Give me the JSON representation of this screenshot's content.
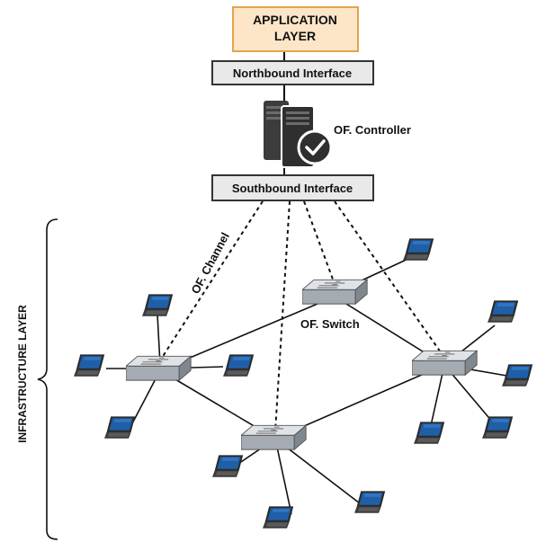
{
  "application_layer": {
    "line1": "APPLICATION",
    "line2": "LAYER"
  },
  "northbound_interface": "Northbound Interface",
  "southbound_interface": "Southbound Interface",
  "controller_label": "OF. Controller",
  "channel_label": "OF. Channel",
  "switch_label": "OF. Switch",
  "infrastructure_layer": "INFRASTRUCTURE LAYER",
  "colors": {
    "app_fill": "#fde6c8",
    "app_border": "#e3a44a",
    "interface_fill": "#e9e9e9",
    "interface_border": "#333333",
    "server": "#3c3c3c",
    "switch_top": "#d5dae0",
    "switch_side": "#8b939c",
    "laptop_screen": "#1f5fa8",
    "laptop_frame": "#2b2b2b",
    "link": "#111111"
  },
  "icons": {
    "controller": "server-with-checkmark-icon",
    "switch": "network-switch-icon",
    "host": "laptop-icon"
  }
}
